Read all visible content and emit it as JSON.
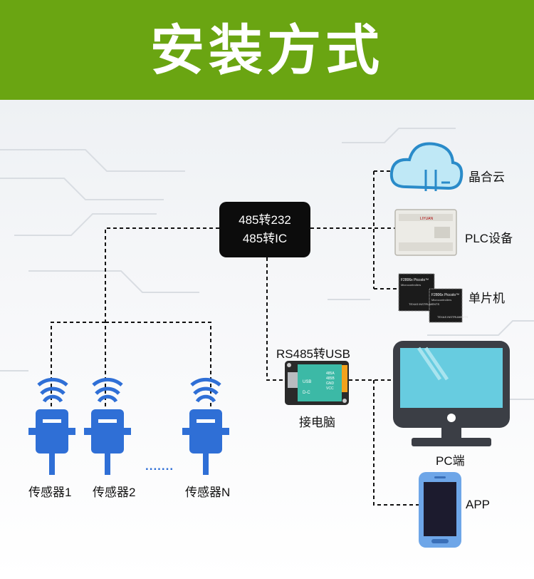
{
  "header": {
    "title": "安装方式"
  },
  "converter": {
    "line1": "485转232",
    "line2": "485转IC"
  },
  "usb_adapter": {
    "label": "RS485转USB",
    "sublabel": "接电脑",
    "port_usb": "USB",
    "port_dc": "D-C",
    "pins": [
      "485A",
      "485B",
      "GND",
      "VCC"
    ]
  },
  "targets": {
    "cloud": "晶合云",
    "plc": "PLC设备",
    "mcu": "单片机",
    "pc": "PC端",
    "app": "APP"
  },
  "plc_brand": "LIYUAN",
  "mcu_chip": {
    "name": "F2806x Piccolo™",
    "sub": "Microcontrollers",
    "maker": "TEXAS INSTRUMENTS"
  },
  "sensors": [
    "传感器1",
    "传感器2",
    "传感器N"
  ],
  "ellipsis": ".......",
  "colors": {
    "header": "#6aa512",
    "icon_blue": "#2f6fd6",
    "screen": "#67cce0",
    "frame": "#3b3e45"
  },
  "icons": [
    "cloud-icon",
    "plc-device-icon",
    "microcontroller-chip-icon",
    "monitor-icon",
    "smartphone-icon",
    "wireless-sensor-icon"
  ]
}
